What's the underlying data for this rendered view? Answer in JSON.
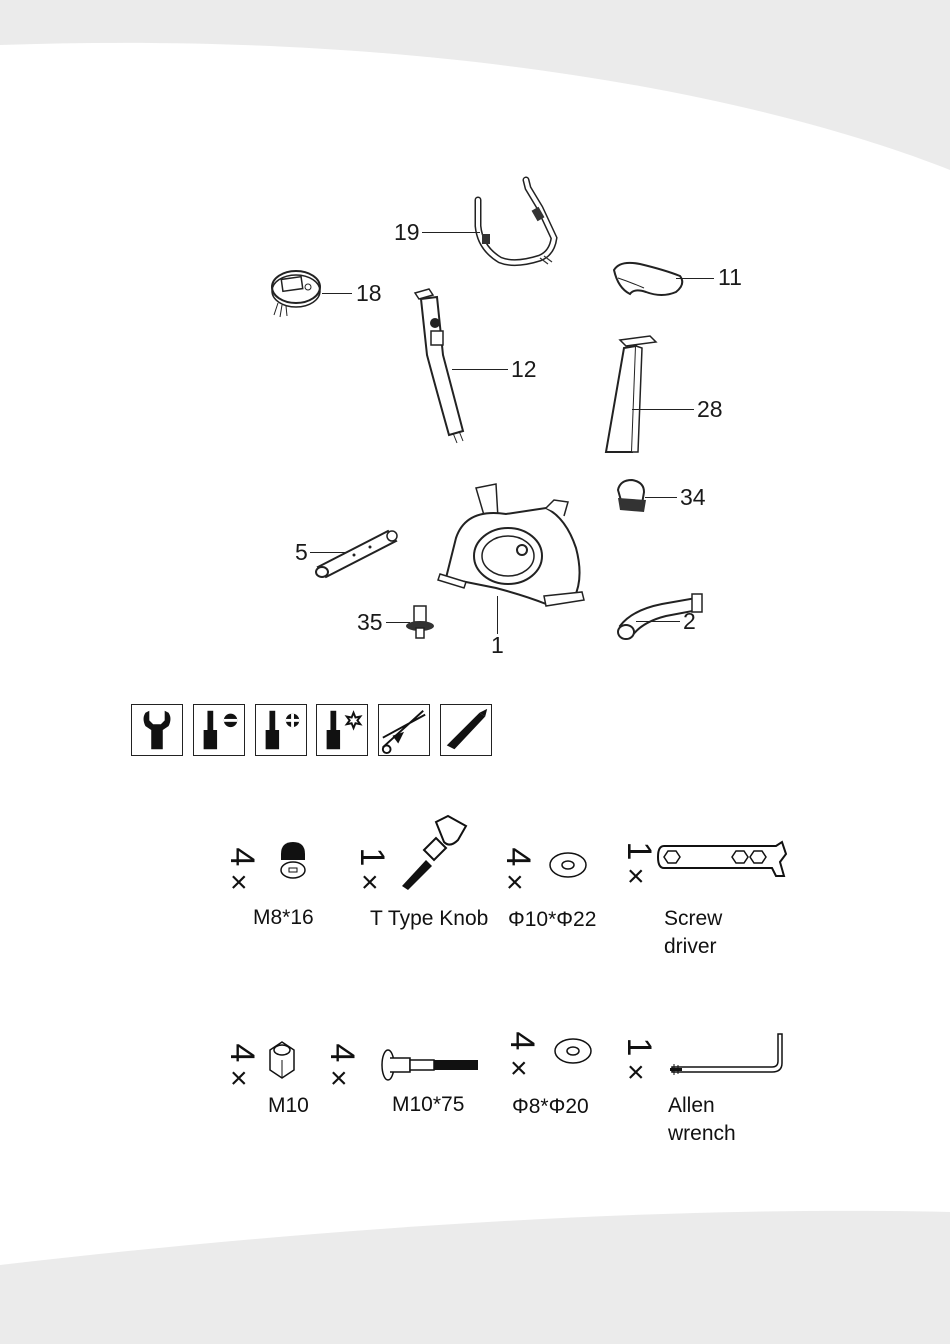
{
  "parts": [
    {
      "id": "p19",
      "number": "19",
      "name": "handlebar"
    },
    {
      "id": "p18",
      "number": "18",
      "name": "console"
    },
    {
      "id": "p11",
      "number": "11",
      "name": "seat"
    },
    {
      "id": "p12",
      "number": "12",
      "name": "upright-post"
    },
    {
      "id": "p28",
      "number": "28",
      "name": "seat-post"
    },
    {
      "id": "p34",
      "number": "34",
      "name": "pedal"
    },
    {
      "id": "p5",
      "number": "5",
      "name": "front-stabilizer"
    },
    {
      "id": "p35",
      "number": "35",
      "name": "knob"
    },
    {
      "id": "p1",
      "number": "1",
      "name": "main-frame"
    },
    {
      "id": "p2",
      "number": "2",
      "name": "rear-stabilizer"
    }
  ],
  "tools": [
    "wrench-icon",
    "flat-screwdriver-icon",
    "phillips-screwdriver-icon",
    "torx-screwdriver-icon",
    "scissors-icon",
    "utility-knife-icon"
  ],
  "hardware_row1": [
    {
      "qty": "4",
      "times": "×",
      "label": "M8*16"
    },
    {
      "qty": "1",
      "times": "×",
      "label": "T Type Knob"
    },
    {
      "qty": "4",
      "times": "×",
      "label": "Φ10*Φ22"
    },
    {
      "qty": "1",
      "times": "×",
      "label": "Screw\ndriver"
    }
  ],
  "hardware_row2": [
    {
      "qty": "4",
      "times": "×",
      "label": "M10"
    },
    {
      "qty": "4",
      "times": "×",
      "label": "M10*75"
    },
    {
      "qty": "4",
      "times": "×",
      "label": "Φ8*Φ20"
    },
    {
      "qty": "1",
      "times": "×",
      "label": "Allen\nwrench"
    }
  ],
  "colors": {
    "band": "#ebebeb",
    "ink": "#1a1a1a"
  }
}
